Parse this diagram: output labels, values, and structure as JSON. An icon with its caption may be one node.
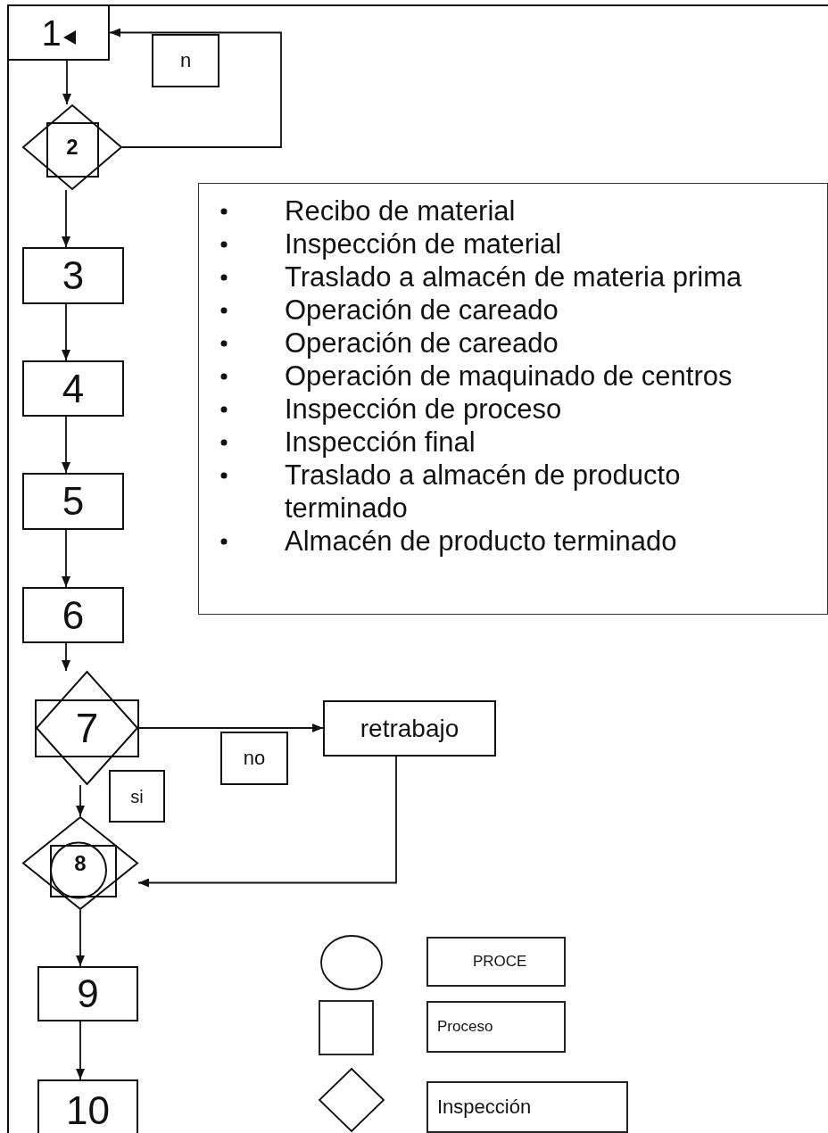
{
  "diagram": {
    "nodes": [
      {
        "text": [
          "1"
        ]
      },
      {
        "text": [
          "n"
        ]
      },
      {
        "text": [
          "2"
        ]
      },
      {
        "text": [
          "3"
        ]
      },
      {
        "text": [
          "4"
        ]
      },
      {
        "text": [
          "5"
        ]
      },
      {
        "text": [
          "6"
        ]
      },
      {
        "text": [
          "7"
        ]
      },
      {
        "text": [
          "no"
        ]
      },
      {
        "text": [
          "retrabajo"
        ]
      },
      {
        "text": [
          "si"
        ]
      },
      {
        "text": [
          "8"
        ]
      },
      {
        "text": [
          "9"
        ]
      },
      {
        "text": [
          "10"
        ]
      },
      {
        "text": [
          "Recibo de material",
          "Inspección de material",
          "Traslado a almacén de materia prima",
          "Operación de careado",
          "Operación de careado",
          "Operación de maquinado de centros",
          "Inspección de proceso",
          "Inspección final",
          "Traslado a almacén de producto terminado",
          "Almacén de producto terminado"
        ]
      }
    ],
    "edges": [
      {
        "from": 0,
        "to": 2,
        "arrow": "to"
      },
      {
        "from": 2,
        "to": 0,
        "arrow": "to"
      },
      {
        "from": 2,
        "to": 3,
        "arrow": "to"
      },
      {
        "from": 3,
        "to": 4,
        "arrow": "to"
      },
      {
        "from": 4,
        "to": 5,
        "arrow": "to"
      },
      {
        "from": 5,
        "to": 6,
        "arrow": "to"
      },
      {
        "from": 6,
        "to": 7,
        "arrow": "to"
      },
      {
        "from": 7,
        "to": 9,
        "arrow": "to"
      },
      {
        "from": 7,
        "to": 11,
        "arrow": "to"
      },
      {
        "from": 9,
        "to": 11,
        "arrow": "to"
      },
      {
        "from": 11,
        "to": 12,
        "arrow": "to"
      },
      {
        "from": 12,
        "to": 13,
        "arrow": "to"
      }
    ],
    "legend": [
      {
        "text": "PROCE"
      },
      {
        "text": "Proceso"
      },
      {
        "text": "Inspección"
      }
    ]
  }
}
